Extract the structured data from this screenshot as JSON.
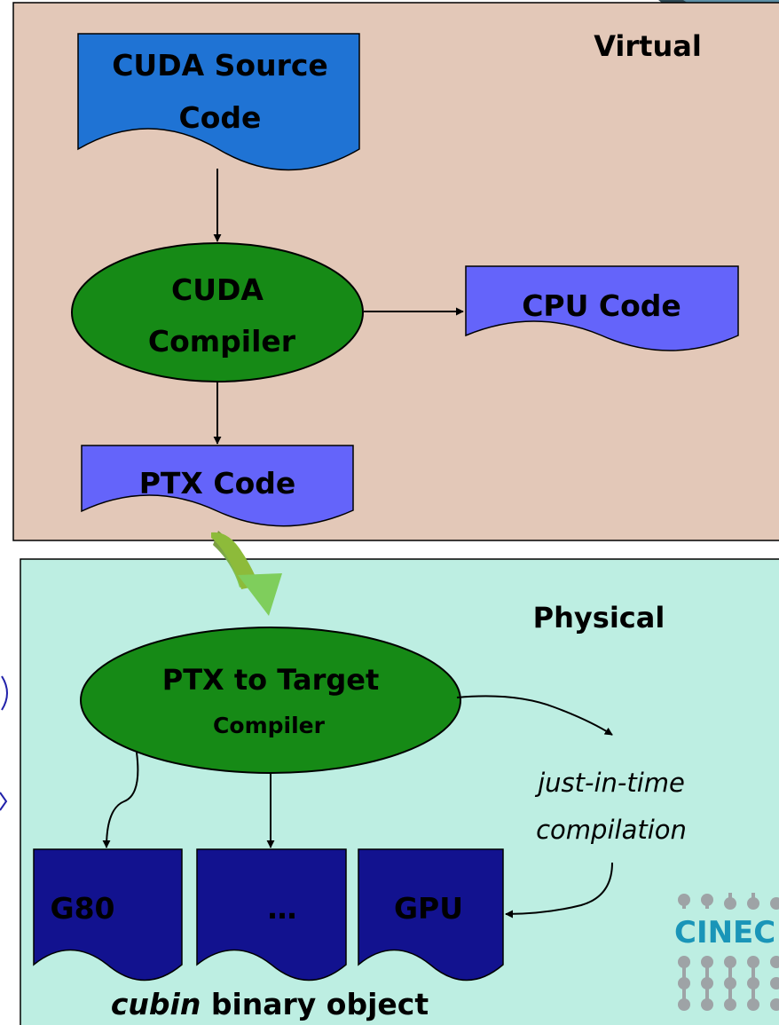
{
  "regions": {
    "virtual": {
      "label": "Virtual",
      "fill": "#e3c8b8"
    },
    "physical": {
      "label": "Physical",
      "fill": "#bdeee2"
    }
  },
  "nodes": {
    "cuda_source": {
      "line1": "CUDA Source",
      "line2": "Code",
      "fill": "#1f73d4"
    },
    "cuda_compiler": {
      "line1": "CUDA",
      "line2": "Compiler",
      "fill": "#168a16"
    },
    "cpu_code": {
      "label": "CPU Code",
      "fill": "#6464fa"
    },
    "ptx_code": {
      "label": "PTX Code",
      "fill": "#6464fa"
    },
    "ptx_compiler": {
      "line1": "PTX to Target",
      "line2": "Compiler",
      "fill": "#168a16"
    },
    "g80": {
      "label": "G80",
      "fill": "#12128f"
    },
    "ellipsis": {
      "label": "…",
      "fill": "#12128f"
    },
    "gpu": {
      "label": "GPU",
      "fill": "#12128f"
    }
  },
  "annotations": {
    "jit_line1": "just-in-time",
    "jit_line2": "compilation",
    "cubin_italic": "cubin",
    "cubin_rest": " binary object"
  },
  "logo": {
    "text": "CINEC",
    "color": "#1a95b8",
    "dot_color": "#9ea3a6"
  },
  "colors": {
    "ptx_arrow": "#8dbb3a",
    "line": "#000000"
  }
}
